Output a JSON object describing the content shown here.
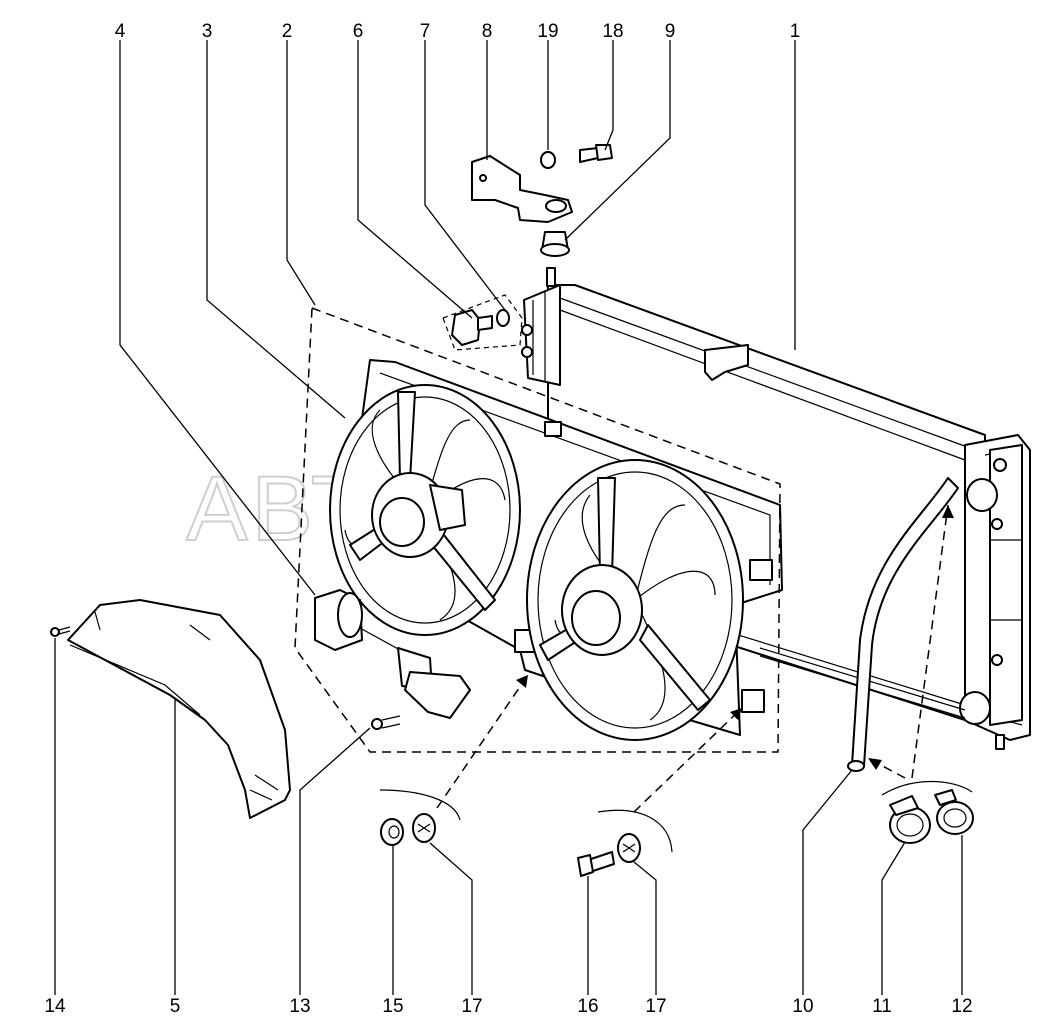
{
  "watermark": "АВТОАЛЬЯНС",
  "callouts_top": [
    "4",
    "3",
    "2",
    "6",
    "7",
    "8",
    "19",
    "18",
    "9",
    "1"
  ],
  "callouts_bottom": [
    "14",
    "5",
    "13",
    "15",
    "17",
    "16",
    "17",
    "10",
    "11",
    "12"
  ]
}
